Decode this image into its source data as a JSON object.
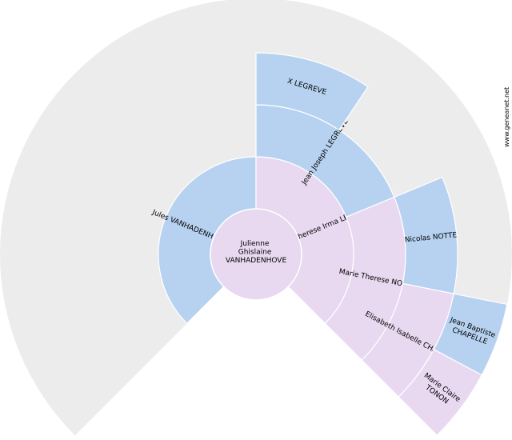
{
  "watermark": "www.geneanet.net",
  "colors": {
    "background_fan": "#ececec",
    "male": "#b7d2f0",
    "female": "#e8d8f0",
    "separator": "#ffffff"
  },
  "root": {
    "lines": [
      "Julienne",
      "Ghislaine",
      "VANHADENHOVE"
    ],
    "gender": "female"
  },
  "ancestors": [
    {
      "id": "father",
      "gen": 1,
      "gender": "male",
      "lines": [
        "Jules VANHADENHOVE"
      ]
    },
    {
      "id": "mother",
      "gen": 1,
      "gender": "female",
      "lines": [
        "Marie Therese Irma LEGREVE"
      ]
    },
    {
      "id": "mother-father",
      "gen": 2,
      "gender": "male",
      "lines": [
        "Jean Joseph LEGREVE"
      ]
    },
    {
      "id": "mother-mother",
      "gen": 2,
      "gender": "female",
      "lines": [
        "Marie Therese NOTTE"
      ]
    },
    {
      "id": "mmf-father",
      "gen": 3,
      "gender": "male",
      "lines": [
        "X LEGREVE"
      ]
    },
    {
      "id": "mmm-father",
      "gen": 3,
      "gender": "male",
      "lines": [
        "Nicolas NOTTE"
      ]
    },
    {
      "id": "mmm-mother",
      "gen": 3,
      "gender": "female",
      "lines": [
        "Elisabeth Isabelle CHAPELLE"
      ]
    },
    {
      "id": "mmmm-father",
      "gen": 4,
      "gender": "male",
      "lines": [
        "Jean Baptiste",
        "CHAPELLE"
      ]
    },
    {
      "id": "mmmm-mother",
      "gen": 4,
      "gender": "female",
      "lines": [
        "Marie Claire",
        "TONON"
      ]
    }
  ]
}
